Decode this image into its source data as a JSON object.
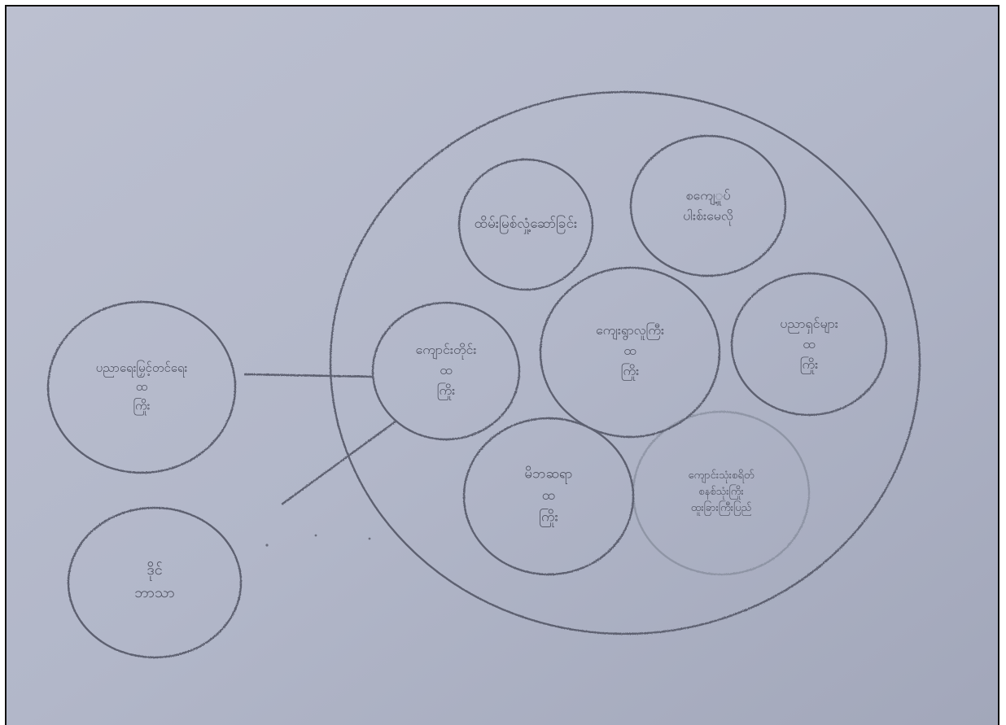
{
  "diagram": {
    "description_style": "hand-drawn pencil circle diagram on grey paper",
    "colors": {
      "paper_light": "#b7bccd",
      "paper_dark": "#a3a8bb",
      "pencil": "#5d6070"
    },
    "outer_group": {
      "label": ""
    },
    "circles": [
      {
        "id": "c-top-left",
        "label": "ထိမ်းမြစ်လှုံ့ဆော်ခြင်း"
      },
      {
        "id": "c-top-right",
        "label": "စကျေ့ှုပ် ပါးစ်းမေလို"
      },
      {
        "id": "c-hub",
        "label": "ကျောင်းတိုင်း ထ ကြိုး"
      },
      {
        "id": "c-center-big",
        "label": "ကျေးရွာလူကြီး ထ ကြိုး"
      },
      {
        "id": "c-right",
        "label": "ပညာရှင်များ ထ ကြိုး"
      },
      {
        "id": "c-bottom-mid",
        "label": "မိဘဆရာ ထ ကြိုး"
      },
      {
        "id": "c-bottom-right",
        "label": "ကျောင်းသုံးစရိတ် စနစ်သုံးကြိုး ထူးခြားကြီးပြည်"
      },
      {
        "id": "c-left",
        "label": "ပညာရေးမြှင့်တင်ရေး ထ ကြိုး"
      },
      {
        "id": "c-bottom-left",
        "label": "ဒိုင် ဘာသာ"
      }
    ]
  }
}
